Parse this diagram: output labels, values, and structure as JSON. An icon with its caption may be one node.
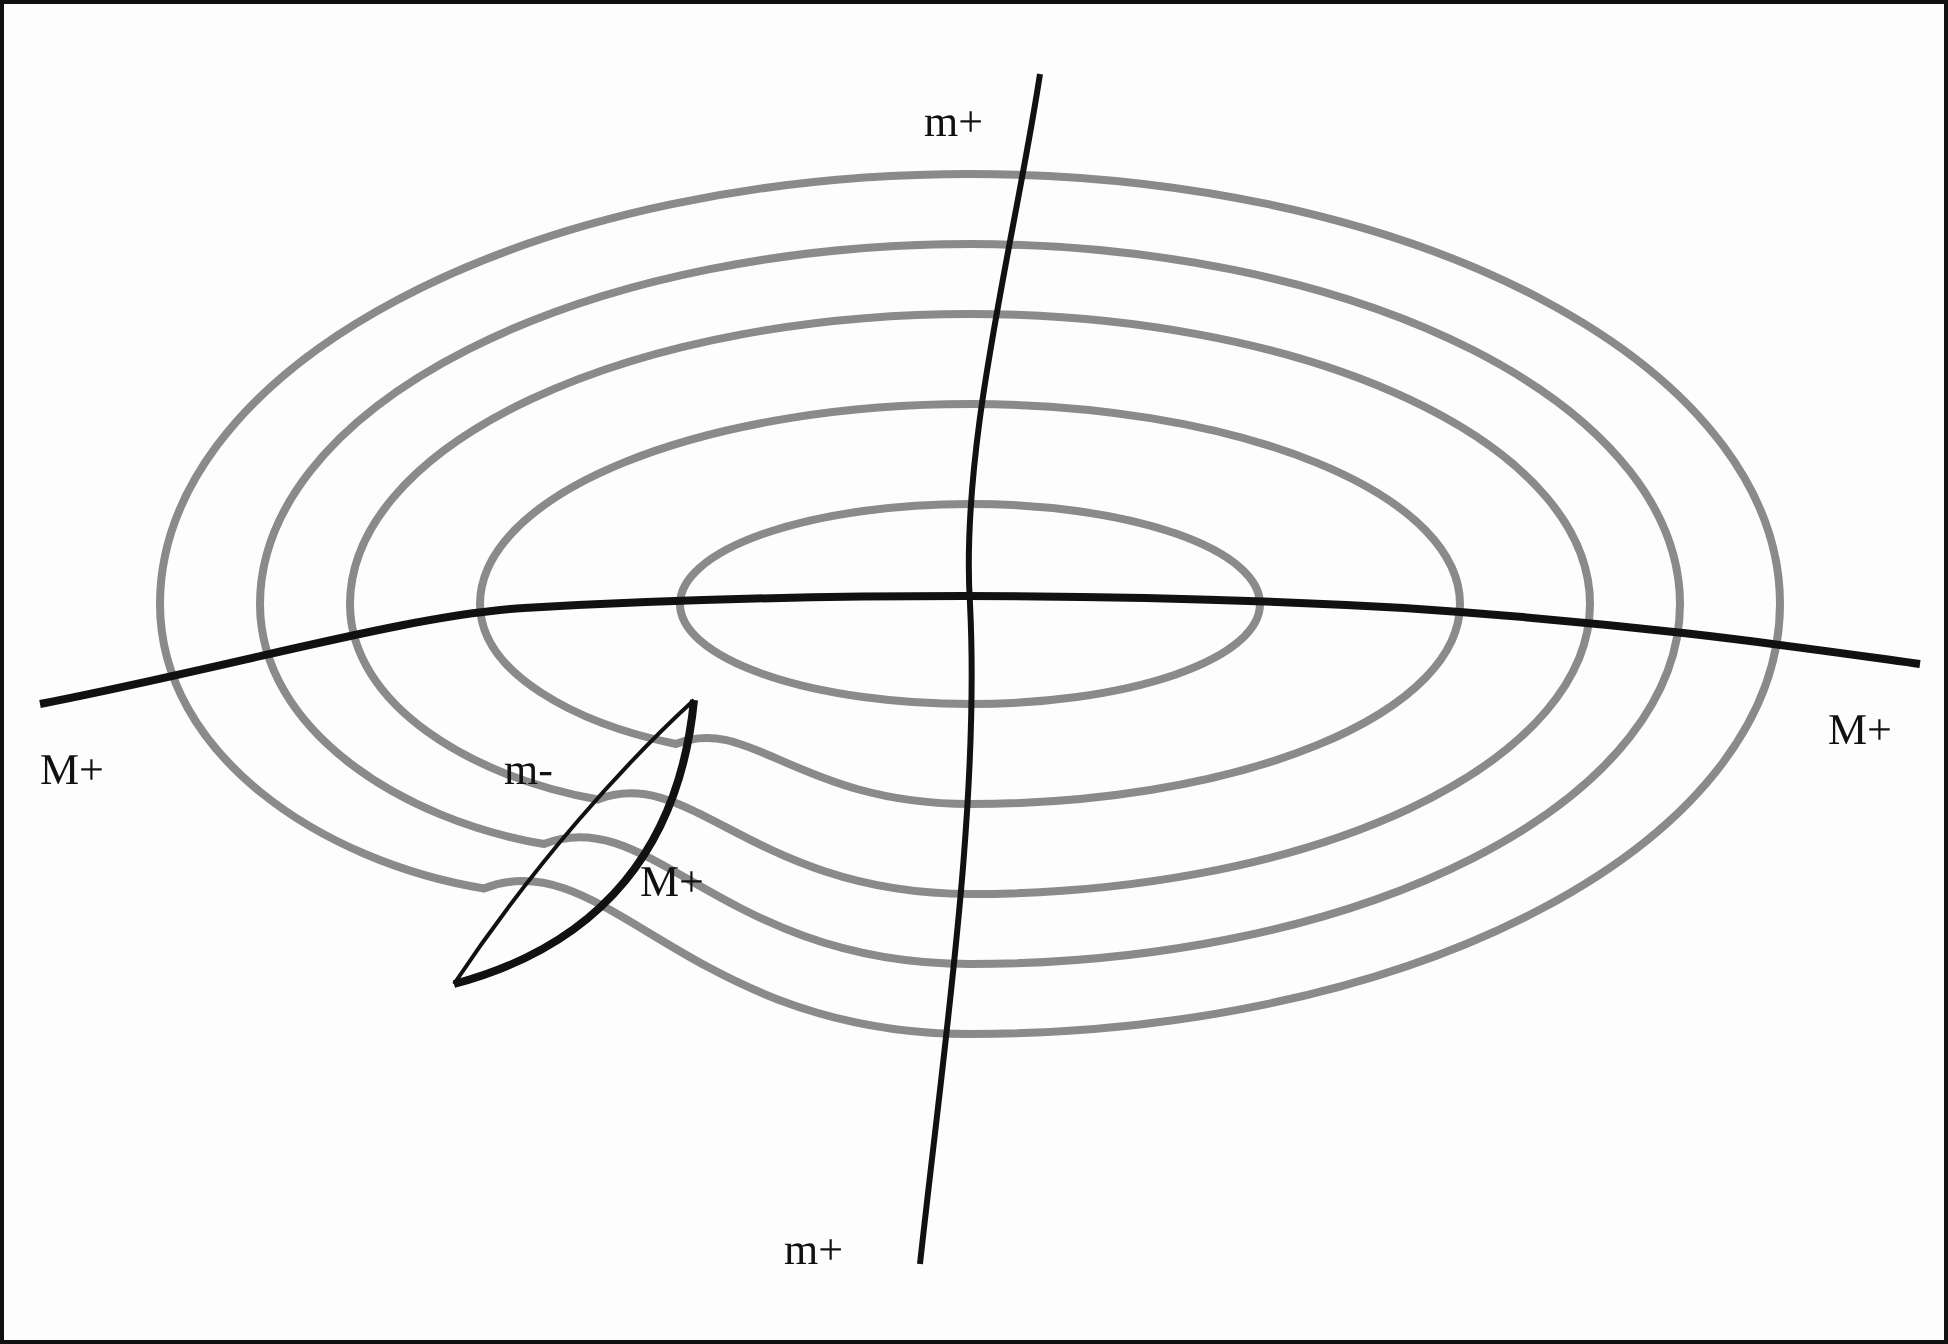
{
  "diagram": {
    "labels": [
      "m+",
      "M+",
      "M+",
      "m-",
      "M+",
      "m+"
    ]
  }
}
